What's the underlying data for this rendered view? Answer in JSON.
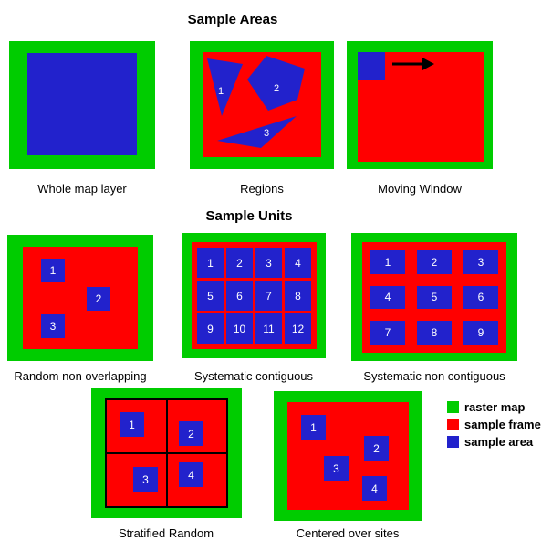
{
  "colors": {
    "raster_map": "#00cc00",
    "sample_frame": "#ff0000",
    "sample_area": "#2222cc"
  },
  "titles": {
    "sample_areas": "Sample Areas",
    "sample_units": "Sample Units"
  },
  "panels": {
    "whole_map_layer": {
      "label": "Whole map layer"
    },
    "regions": {
      "label": "Regions",
      "units": [
        "1",
        "2",
        "3"
      ]
    },
    "moving_window": {
      "label": "Moving Window"
    },
    "random_non_overlapping": {
      "label": "Random non overlapping",
      "units": [
        "1",
        "2",
        "3"
      ]
    },
    "systematic_contiguous": {
      "label": "Systematic contiguous",
      "units": [
        "1",
        "2",
        "3",
        "4",
        "5",
        "6",
        "7",
        "8",
        "9",
        "10",
        "11",
        "12"
      ]
    },
    "systematic_non_contiguous": {
      "label": "Systematic non contiguous",
      "units": [
        "1",
        "2",
        "3",
        "4",
        "5",
        "6",
        "7",
        "8",
        "9"
      ]
    },
    "stratified_random": {
      "label": "Stratified Random",
      "units": [
        "1",
        "2",
        "3",
        "4"
      ]
    },
    "centered_over_sites": {
      "label": "Centered over sites",
      "units": [
        "1",
        "2",
        "3",
        "4"
      ]
    }
  },
  "legend": {
    "items": [
      {
        "label": "raster map"
      },
      {
        "label": "sample frame"
      },
      {
        "label": "sample area"
      }
    ]
  }
}
